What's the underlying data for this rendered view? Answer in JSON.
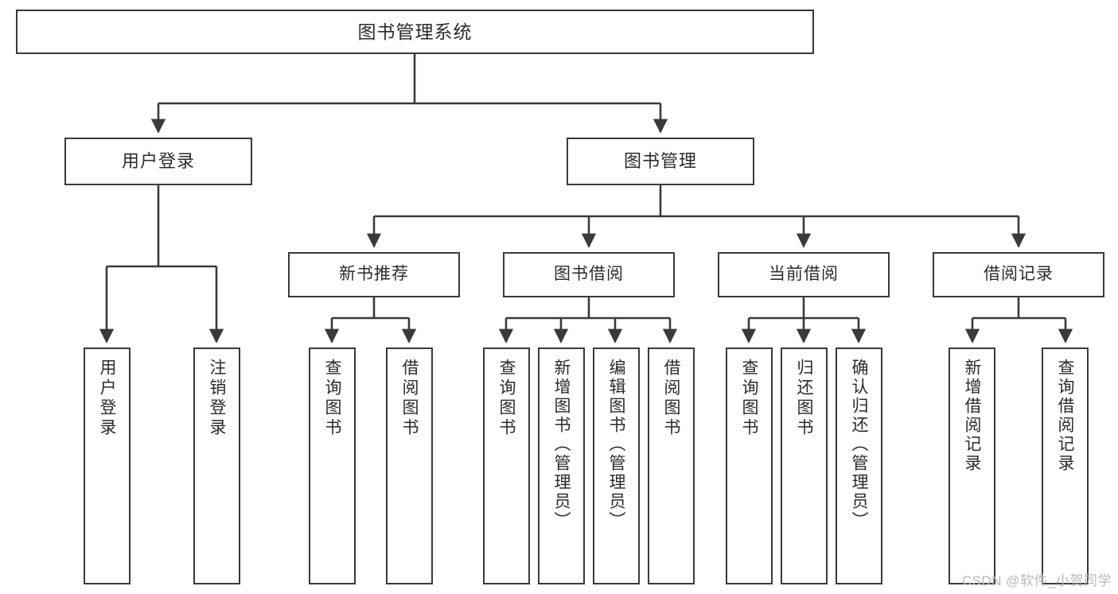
{
  "diagram": {
    "type": "tree-hierarchy",
    "title": "图书管理系统",
    "watermark": "CSDN @软件_小贺同学",
    "colors": {
      "border": "#3a3a3a",
      "background": "#ffffff",
      "text": "#2b2b2b",
      "connector": "#3a3a3a",
      "watermark": "#b9b9b9"
    },
    "root": {
      "label": "图书管理系统"
    },
    "level2": [
      {
        "label": "用户登录"
      },
      {
        "label": "图书管理"
      }
    ],
    "level3": [
      {
        "label": "新书推荐"
      },
      {
        "label": "图书借阅"
      },
      {
        "label": "当前借阅"
      },
      {
        "label": "借阅记录"
      }
    ],
    "leaves": {
      "user_login": [
        {
          "label": "用户登录"
        },
        {
          "label": "注销登录"
        }
      ],
      "new_book_recommend": [
        {
          "label": "查询图书"
        },
        {
          "label": "借阅图书"
        }
      ],
      "book_borrow": [
        {
          "label": "查询图书"
        },
        {
          "label": "新增图书（管理员）"
        },
        {
          "label": "编辑图书（管理员）"
        },
        {
          "label": "借阅图书"
        }
      ],
      "current_borrow": [
        {
          "label": "查询图书"
        },
        {
          "label": "归还图书"
        },
        {
          "label": "确认归还（管理员）"
        }
      ],
      "borrow_record": [
        {
          "label": "新增借阅记录"
        },
        {
          "label": "查询借阅记录"
        }
      ]
    }
  }
}
